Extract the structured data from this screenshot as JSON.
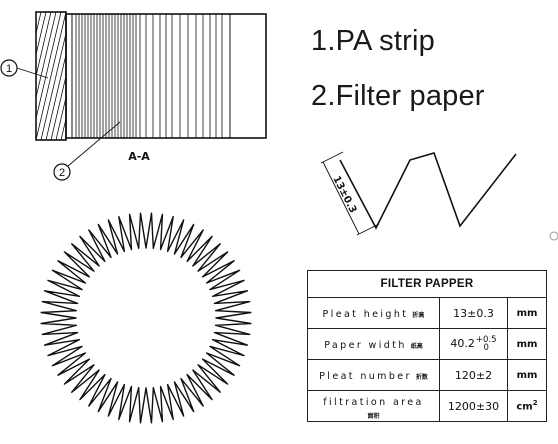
{
  "legend": [
    {
      "number": "1",
      "text": "1.PA strip"
    },
    {
      "number": "2",
      "text": "2.Filter paper"
    }
  ],
  "section_label": "A-A",
  "pleat_dimension": "13±0.3",
  "pleat_count_drawn": 60,
  "table": {
    "title": "FILTER PAPPER",
    "rows": [
      {
        "label": "Pleat height",
        "sub": "折高",
        "value": "13±0.3",
        "unit": "mm"
      },
      {
        "label": "Paper width",
        "sub": "纸高",
        "value_main": "40.2",
        "tol_upper": "+0.5",
        "tol_lower": "0",
        "unit": "mm"
      },
      {
        "label": "Pleat number",
        "sub": "折数",
        "value": "120±2",
        "unit": "mm"
      },
      {
        "label": "filtration area",
        "sub": "面积",
        "value": "1200±30",
        "unit_base": "cm",
        "unit_exp": "2"
      }
    ]
  }
}
